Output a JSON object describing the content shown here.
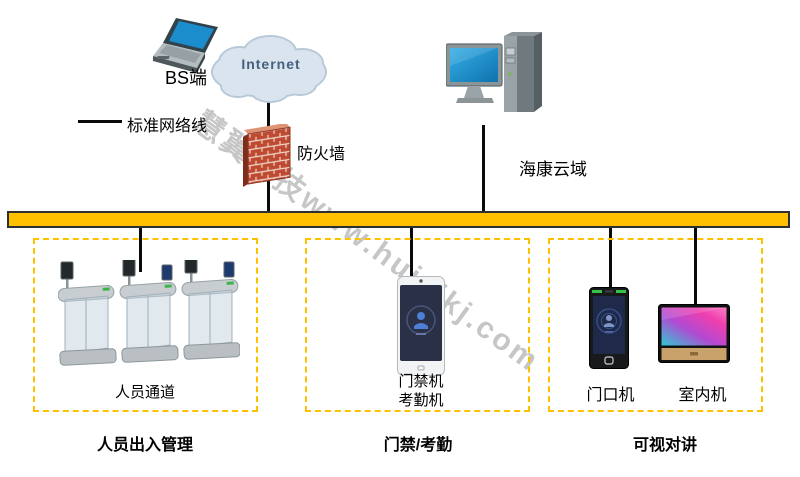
{
  "watermark": "慧翼科技www.huiyikj.com",
  "legend": {
    "network_line_label": "标准网络线"
  },
  "top": {
    "bs_client_label": "BS端",
    "internet_label": "Internet",
    "firewall_label": "防火墙",
    "hik_cloud_label": "海康云域"
  },
  "zones": [
    {
      "device_label": "人员通道",
      "caption": "人员出入管理"
    },
    {
      "device_label_line1": "门禁机",
      "device_label_line2": "考勤机",
      "caption": "门禁/考勤"
    },
    {
      "door_station_label": "门口机",
      "indoor_station_label": "室内机",
      "caption": "可视对讲"
    }
  ],
  "colors": {
    "bus_bar": "#FFC000",
    "zone_border": "#FFC000",
    "connection_line": "#0a0a0a",
    "firewall_brick": "#bf4a32",
    "watermark_gray": "#8f8f8f"
  }
}
